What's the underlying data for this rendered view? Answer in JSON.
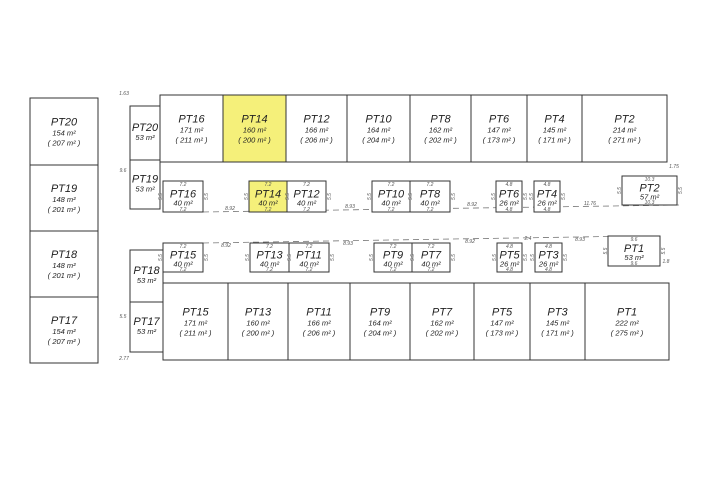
{
  "highlight_color": "#f5f07a",
  "highlighted_lot": "PT14",
  "left_block": [
    {
      "name": "PT20",
      "area": "154 m²",
      "gross": "( 207 m² )"
    },
    {
      "name": "PT19",
      "area": "148 m²",
      "gross": "( 201 m² )"
    },
    {
      "name": "PT18",
      "area": "148 m²",
      "gross": "( 201 m² )"
    },
    {
      "name": "PT17",
      "area": "154 m²",
      "gross": "( 207 m² )"
    }
  ],
  "top_lots": [
    {
      "name": "PT16",
      "area": "171 m²",
      "gross": "( 211 m² )"
    },
    {
      "name": "PT14",
      "area": "160 m²",
      "gross": "( 200 m² )"
    },
    {
      "name": "PT12",
      "area": "166 m²",
      "gross": "( 206 m² )"
    },
    {
      "name": "PT10",
      "area": "164 m²",
      "gross": "( 204 m² )"
    },
    {
      "name": "PT8",
      "area": "162 m²",
      "gross": "( 202 m² )"
    },
    {
      "name": "PT6",
      "area": "147 m²",
      "gross": "( 173 m² )"
    },
    {
      "name": "PT4",
      "area": "145 m²",
      "gross": "( 171 m² )"
    },
    {
      "name": "PT2",
      "area": "214 m²",
      "gross": "( 271 m² )"
    }
  ],
  "bottom_lots": [
    {
      "name": "PT15",
      "area": "171 m²",
      "gross": "( 211 m² )"
    },
    {
      "name": "PT13",
      "area": "160 m²",
      "gross": "( 200 m² )"
    },
    {
      "name": "PT11",
      "area": "166 m²",
      "gross": "( 206 m² )"
    },
    {
      "name": "PT9",
      "area": "164 m²",
      "gross": "( 204 m² )"
    },
    {
      "name": "PT7",
      "area": "162 m²",
      "gross": "( 202 m² )"
    },
    {
      "name": "PT5",
      "area": "147 m²",
      "gross": "( 173 m² )"
    },
    {
      "name": "PT3",
      "area": "145 m²",
      "gross": "( 171 m² )"
    },
    {
      "name": "PT1",
      "area": "222 m²",
      "gross": "( 275 m² )"
    }
  ],
  "small_lots": [
    {
      "name": "PT20",
      "area": "53 m²"
    },
    {
      "name": "PT19",
      "area": "53 m²"
    },
    {
      "name": "PT18",
      "area": "53 m²"
    },
    {
      "name": "PT17",
      "area": "53 m²"
    }
  ],
  "top_parking": [
    {
      "name": "PT16",
      "area": "40 m²",
      "w": "7.2",
      "h": "5.5"
    },
    {
      "name": "PT14",
      "area": "40 m²",
      "w": "7.2",
      "h": "5.5"
    },
    {
      "name": "PT12",
      "area": "40 m²",
      "w": "7.2",
      "h": "5.5"
    },
    {
      "name": "PT10",
      "area": "40 m²",
      "w": "7.2",
      "h": "5.5"
    },
    {
      "name": "PT8",
      "area": "40 m²",
      "w": "7.2",
      "h": "5.5"
    },
    {
      "name": "PT6",
      "area": "26 m²",
      "w": "4.8",
      "h": "5.5"
    },
    {
      "name": "PT4",
      "area": "26 m²",
      "w": "4.8",
      "h": "5.5"
    },
    {
      "name": "PT2",
      "area": "57 m²",
      "w": "10.3",
      "h": "5.5"
    }
  ],
  "bottom_parking": [
    {
      "name": "PT15",
      "area": "40 m²",
      "w": "7.2",
      "h": "5.5"
    },
    {
      "name": "PT13",
      "area": "40 m²",
      "w": "7.2",
      "h": "5.5"
    },
    {
      "name": "PT11",
      "area": "40 m²",
      "w": "7.2",
      "h": "5.5"
    },
    {
      "name": "PT9",
      "area": "40 m²",
      "w": "7.2",
      "h": "5.5"
    },
    {
      "name": "PT7",
      "area": "40 m²",
      "w": "7.2",
      "h": "5.5"
    },
    {
      "name": "PT5",
      "area": "26 m²",
      "w": "4.8",
      "h": "5.5"
    },
    {
      "name": "PT3",
      "area": "26 m²",
      "w": "4.8",
      "h": "5.5"
    },
    {
      "name": "PT1",
      "area": "53 m²",
      "w": "9.6",
      "h": "5.5"
    }
  ],
  "dimensions": [
    "8.92",
    "8.93",
    "8.92",
    "11.76",
    "8.92",
    "8.93",
    "8.92",
    "8.93",
    "2.4",
    "1.75",
    "1.8",
    "1.63",
    "2.77",
    "9.6",
    "5.5"
  ]
}
